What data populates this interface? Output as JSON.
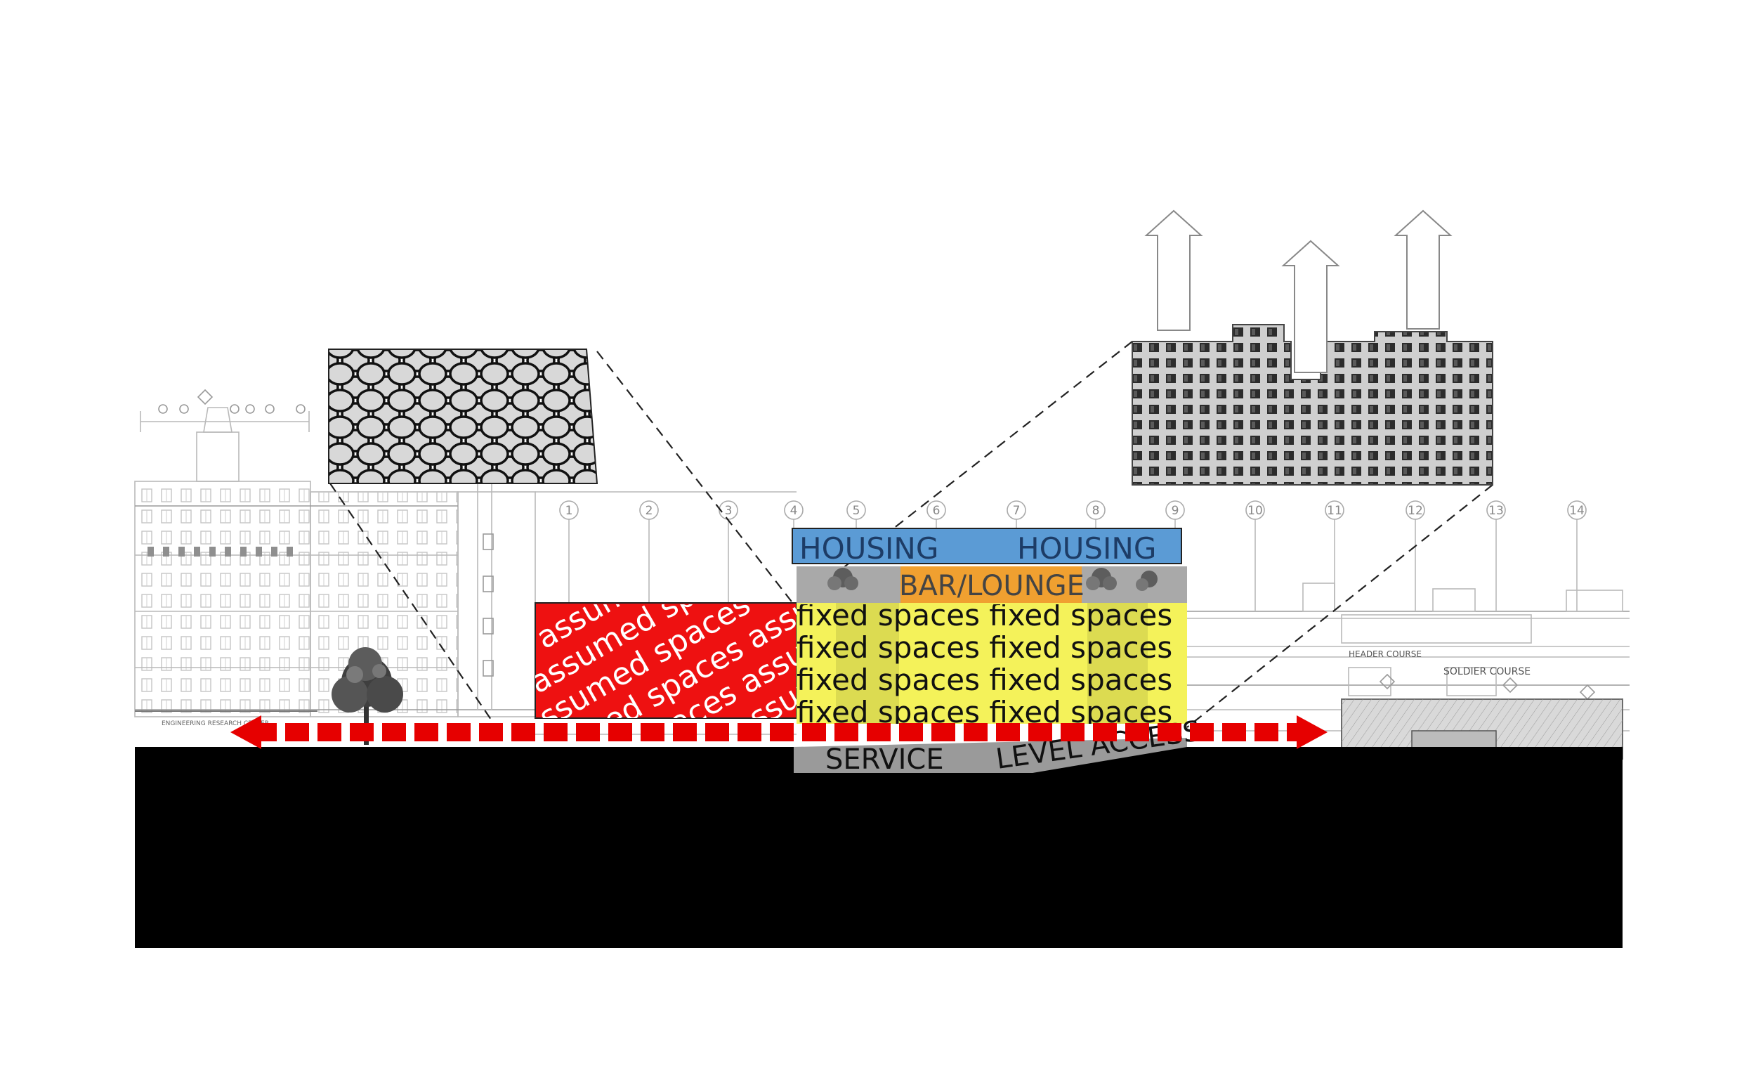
{
  "labels": {
    "housing_left": "HOUSING",
    "housing_right": "HOUSING",
    "bar_lounge": "BAR/LOUNGE",
    "fixed_spaces": "fixed spaces fixed spaces",
    "assumed_spaces": "spaces assumed spaces assumed spaces assumed spaces assumed",
    "service": "SERVICE",
    "level_access": "LEVEL ACCESS"
  },
  "grid_lines": [
    "1",
    "2",
    "3",
    "4",
    "5",
    "6",
    "7",
    "8",
    "9",
    "10",
    "11",
    "12",
    "13",
    "14"
  ],
  "drawing_notes": {
    "engineering_center": "ENGINEERING RESEARCH CENTER",
    "soldier_course": "SOLDIER COURSE",
    "header_course": "HEADER COURSE"
  },
  "colors": {
    "housing": "#5b9bd5",
    "bar_lounge": "#f0a030",
    "fixed_spaces": "#f4f25a",
    "assumed_spaces": "#ee1111",
    "access_arrow": "#e60000",
    "ground": "#000000",
    "service": "#9a9a9a"
  },
  "icons": [
    "up-arrow-icon",
    "tree-icon",
    "dashed-double-arrow-icon"
  ]
}
